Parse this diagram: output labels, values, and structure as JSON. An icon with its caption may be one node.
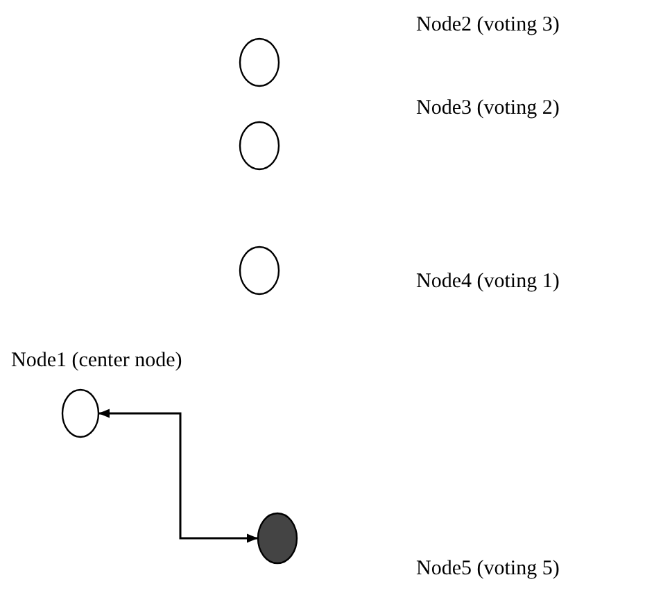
{
  "diagram": {
    "nodes": [
      {
        "text": [],
        "shape": "circle"
      },
      {
        "text": [],
        "shape": "circle"
      },
      {
        "text": [],
        "shape": "circle"
      },
      {
        "text": [],
        "shape": "circle",
        "beside": [
          "Node1 (center node)"
        ]
      },
      {
        "text": [],
        "shape": "dot"
      }
    ],
    "edges": [
      {
        "from": 3,
        "to": 4,
        "arrow": "both"
      }
    ],
    "labels": [
      "Node2 (voting 3)",
      "Node3 (voting 2)",
      "Node4 (voting 1)",
      "Node5 (voting 5)"
    ]
  }
}
